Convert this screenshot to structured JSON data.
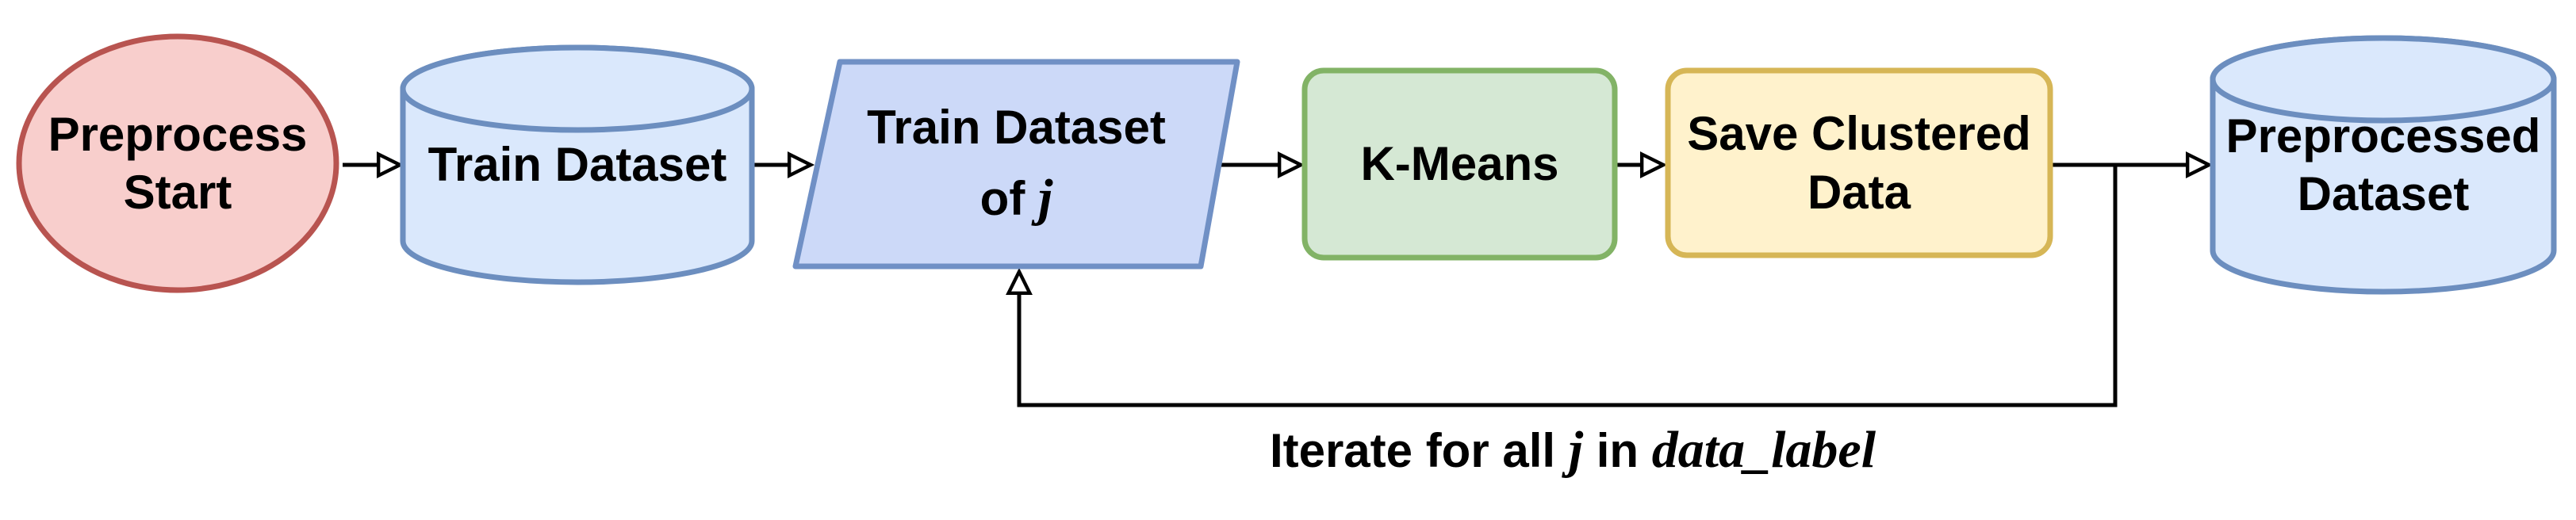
{
  "diagram": {
    "title": "K-Means preprocessing flowchart",
    "background_color": "#ffffff",
    "connector_color": "#000000",
    "arrowhead_style": "open-triangle",
    "arrowhead_fill": "#ffffff",
    "text_color": "#000000",
    "nodes": {
      "preprocess_start": {
        "shape": "ellipse",
        "label_line1": "Preprocess",
        "label_line2": "Start",
        "fill": "#f8cecc",
        "stroke": "#b85450"
      },
      "train_dataset": {
        "shape": "cylinder",
        "label": "Train Dataset",
        "fill": "#dae8fc",
        "stroke": "#6c8ebf"
      },
      "train_dataset_of_j": {
        "shape": "parallelogram",
        "label_line1": "Train Dataset",
        "label_line2_text": "of ",
        "label_line2_var": "j",
        "fill": "#ccd9f8",
        "stroke": "#7090c5"
      },
      "k_means": {
        "shape": "rounded-rectangle",
        "label": "K-Means",
        "fill": "#d5e8d4",
        "stroke": "#82b366"
      },
      "save_clustered_data": {
        "shape": "rounded-rectangle",
        "label_line1": "Save Clustered",
        "label_line2": "Data",
        "fill": "#fff2cc",
        "stroke": "#d6b656"
      },
      "preprocessed_dataset": {
        "shape": "cylinder",
        "label_line1": "Preprocessed",
        "label_line2": "Dataset",
        "fill": "#dae8fc",
        "stroke": "#6c8ebf"
      }
    },
    "loop_caption": {
      "text_before_var1": "Iterate for all ",
      "var1": "j",
      "text_between": " in ",
      "var2": "data_label"
    }
  }
}
